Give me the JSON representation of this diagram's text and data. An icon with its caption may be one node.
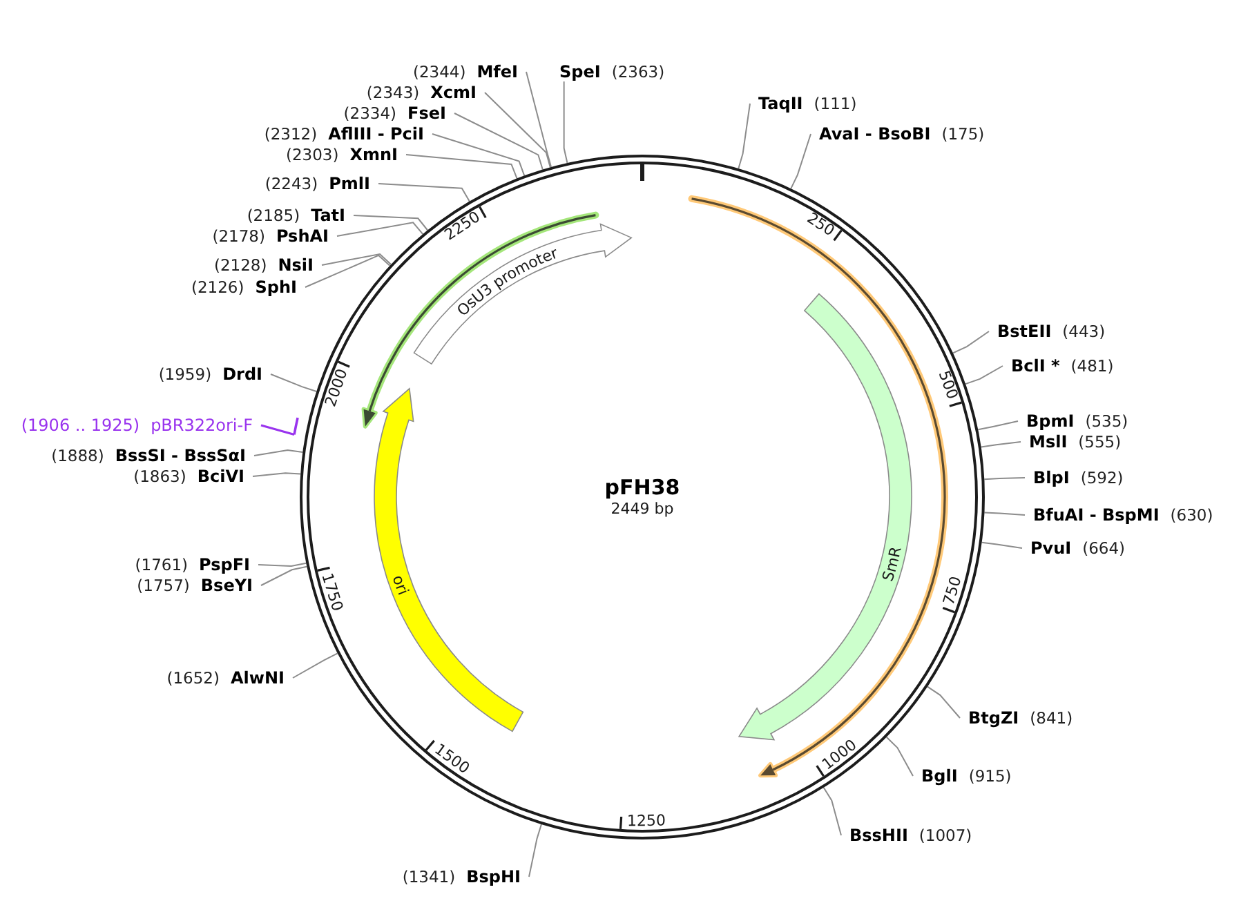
{
  "diagram": {
    "nodes": [
      {
        "text": [
          "pFH38",
          "2449 bp"
        ]
      },
      {
        "text": [
          "OsU3 promoter"
        ],
        "in": 0
      },
      {
        "text": [
          "SmR"
        ],
        "in": 0
      },
      {
        "text": [
          "ori"
        ],
        "in": 0
      },
      {
        "text": [
          "(2344)",
          "MfeI"
        ]
      },
      {
        "text": [
          "SpeI",
          "(2363)"
        ]
      },
      {
        "text": [
          "(2343)",
          "XcmI"
        ]
      },
      {
        "text": [
          "TaqII",
          "(111)"
        ]
      },
      {
        "text": [
          "(2334)",
          "FseI"
        ]
      },
      {
        "text": [
          "(2312)",
          "AflIII - PciI"
        ]
      },
      {
        "text": [
          "AvaI - BsoBI",
          "(175)"
        ]
      },
      {
        "text": [
          "(2303)",
          "XmnI"
        ]
      },
      {
        "text": [
          "(2243)",
          "PmlI"
        ]
      },
      {
        "text": [
          "(2185)",
          "TatI"
        ]
      },
      {
        "text": [
          "(2178)",
          "PshAI"
        ]
      },
      {
        "text": [
          "(2128)",
          "NsiI"
        ]
      },
      {
        "text": [
          "(2126)",
          "SphI"
        ]
      },
      {
        "text": [
          "BstEII",
          "(443)"
        ]
      },
      {
        "text": [
          "BclI *",
          "(481)"
        ]
      },
      {
        "text": [
          "(1959)",
          "DrdI"
        ]
      },
      {
        "text": [
          "BpmI",
          "(535)"
        ]
      },
      {
        "text": [
          "(1906 .. 1925)",
          "pBR322ori-F"
        ]
      },
      {
        "text": [
          "MslI",
          "(555)"
        ]
      },
      {
        "text": [
          "(1888)",
          "BssSI - BssSαI"
        ]
      },
      {
        "text": [
          "(1863)",
          "BciVI"
        ]
      },
      {
        "text": [
          "BlpI",
          "(592)"
        ]
      },
      {
        "text": [
          "BfuAI - BspMI",
          "(630)"
        ]
      },
      {
        "text": [
          "PvuI",
          "(664)"
        ]
      },
      {
        "text": [
          "(1761)",
          "PspFI"
        ]
      },
      {
        "text": [
          "(1757)",
          "BseYI"
        ]
      },
      {
        "text": [
          "(1652)",
          "AlwNI"
        ]
      },
      {
        "text": [
          "BtgZI",
          "(841)"
        ]
      },
      {
        "text": [
          "BglI",
          "(915)"
        ]
      },
      {
        "text": [
          "BssHII",
          "(1007)"
        ]
      },
      {
        "text": [
          "(1341)",
          "BspHI"
        ]
      },
      {
        "text": [],
        "shape": "bar"
      }
    ],
    "edges": [
      {
        "from": 4,
        "to": 0,
        "arrow": "none"
      },
      {
        "from": 5,
        "to": 0,
        "arrow": "none"
      },
      {
        "from": 6,
        "to": 0,
        "arrow": "none"
      },
      {
        "from": 7,
        "to": 0,
        "arrow": "none"
      },
      {
        "from": 8,
        "to": 0,
        "arrow": "none"
      },
      {
        "from": 9,
        "to": 0,
        "arrow": "none"
      },
      {
        "from": 10,
        "to": 0,
        "arrow": "none"
      },
      {
        "from": 11,
        "to": 0,
        "arrow": "none"
      },
      {
        "from": 12,
        "to": 0,
        "arrow": "none"
      },
      {
        "from": 13,
        "to": 0,
        "arrow": "none"
      },
      {
        "from": 14,
        "to": 0,
        "arrow": "none"
      },
      {
        "from": 15,
        "to": 0,
        "arrow": "none"
      },
      {
        "from": 16,
        "to": 0,
        "arrow": "none"
      },
      {
        "from": 17,
        "to": 0,
        "arrow": "none"
      },
      {
        "from": 18,
        "to": 0,
        "arrow": "none"
      },
      {
        "from": 19,
        "to": 0,
        "arrow": "none"
      },
      {
        "from": 20,
        "to": 0,
        "arrow": "none"
      },
      {
        "from": 21,
        "to": 35,
        "arrow": "none",
        "color": "#9933ee"
      },
      {
        "from": 22,
        "to": 0,
        "arrow": "none"
      },
      {
        "from": 23,
        "to": 0,
        "arrow": "none"
      },
      {
        "from": 24,
        "to": 0,
        "arrow": "none"
      },
      {
        "from": 25,
        "to": 0,
        "arrow": "none"
      },
      {
        "from": 26,
        "to": 0,
        "arrow": "none"
      },
      {
        "from": 27,
        "to": 0,
        "arrow": "none"
      },
      {
        "from": 28,
        "to": 0,
        "arrow": "none"
      },
      {
        "from": 29,
        "to": 0,
        "arrow": "none"
      },
      {
        "from": 30,
        "to": 0,
        "arrow": "none"
      },
      {
        "from": 31,
        "to": 0,
        "arrow": "none"
      },
      {
        "from": 32,
        "to": 0,
        "arrow": "none"
      },
      {
        "from": 33,
        "to": 0,
        "arrow": "none"
      },
      {
        "from": 34,
        "to": 0,
        "arrow": "none"
      }
    ],
    "labels": [
      "250",
      "500",
      "750",
      "1000",
      "1250",
      "1500",
      "1750",
      "2000",
      "2250"
    ]
  }
}
